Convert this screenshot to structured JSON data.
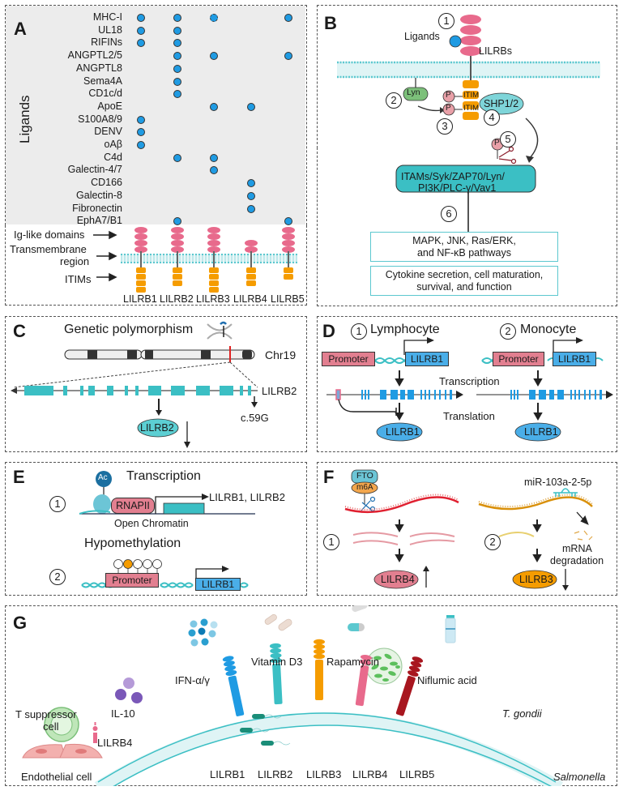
{
  "colors": {
    "ligand_dot": "#1f9be3",
    "ig_domain": "#e86a8c",
    "itim": "#f59c00",
    "membrane": "#5cc8cf",
    "teal_box": "#3bbfc4",
    "panel_bg_gray": "#ececec"
  },
  "panelA": {
    "label": "A",
    "axis_label": "Ligands",
    "receptors": [
      "LILRB1",
      "LILRB2",
      "LILRB3",
      "LILRB4",
      "LILRB5"
    ],
    "ligands": [
      {
        "name": "MHC-I",
        "binds": [
          1,
          1,
          2,
          0,
          1
        ]
      },
      {
        "name": "UL18",
        "binds": [
          1,
          1,
          0,
          0,
          0
        ]
      },
      {
        "name": "RIFINs",
        "binds": [
          1,
          1,
          0,
          0,
          0
        ]
      },
      {
        "name": "ANGPTL2/5",
        "binds": [
          0,
          1,
          1,
          0,
          1
        ]
      },
      {
        "name": "ANGPTL8",
        "binds": [
          0,
          1,
          0,
          0,
          0
        ]
      },
      {
        "name": "Sema4A",
        "binds": [
          0,
          1,
          0,
          0,
          0
        ]
      },
      {
        "name": "CD1c/d",
        "binds": [
          0,
          1,
          0,
          0,
          0
        ]
      },
      {
        "name": "ApoE",
        "binds": [
          0,
          0,
          1,
          1,
          0
        ]
      },
      {
        "name": "S100A8/9",
        "binds": [
          1,
          0,
          0,
          0,
          0
        ]
      },
      {
        "name": "DENV",
        "binds": [
          1,
          0,
          0,
          0,
          0
        ]
      },
      {
        "name": "oAβ",
        "binds": [
          1,
          0,
          0,
          0,
          0
        ]
      },
      {
        "name": "C4d",
        "binds": [
          0,
          1,
          1,
          0,
          0
        ]
      },
      {
        "name": "Galectin-4/7",
        "binds": [
          0,
          0,
          1,
          0,
          0
        ]
      },
      {
        "name": "CD166",
        "binds": [
          0,
          0,
          0,
          1,
          0
        ]
      },
      {
        "name": "Galectin-8",
        "binds": [
          0,
          0,
          0,
          1,
          0
        ]
      },
      {
        "name": "Fibronectin",
        "binds": [
          0,
          0,
          0,
          1,
          0
        ]
      },
      {
        "name": "EphA7/B1",
        "binds": [
          0,
          1,
          0,
          0,
          1
        ]
      }
    ],
    "ig_domains_count": [
      4,
      4,
      4,
      2,
      4
    ],
    "itim_count": [
      4,
      3,
      4,
      3,
      2
    ],
    "structure_labels": {
      "ig": "Ig-like domains",
      "tm": "Transmembrane region",
      "tm_line1": "Transmembrane",
      "tm_line2": "region",
      "itim": "ITIMs"
    }
  },
  "panelB": {
    "label": "B",
    "ligands": "Ligands",
    "lilrbs": "LILRBs",
    "lyn": "Lyn",
    "p": "P",
    "itim": "ITIM",
    "shp": "SHP1/2",
    "targets_line1": "ITAMs/Syk/ZAP70/Lyn/",
    "targets_line2": "PI3K/PLC-γ/Vav1",
    "pathways_line1": "MAPK, JNK, Ras/ERK,",
    "pathways_line2": "and NF-κB pathways",
    "outcome_line1": "Cytokine secretion, cell maturation,",
    "outcome_line2": "survival, and function",
    "steps": [
      "1",
      "2",
      "3",
      "4",
      "5",
      "6"
    ]
  },
  "panelC": {
    "label": "C",
    "title": "Genetic polymorphism",
    "chromosome": "Chr19",
    "gene": "LILRB2",
    "variant": "c.59G",
    "protein": "LILRB2"
  },
  "panelD": {
    "label": "D",
    "case1_num": "1",
    "case1": "Lymphocyte",
    "case2_num": "2",
    "case2": "Monocyte",
    "promoter": "Promoter",
    "gene": "LILRB1",
    "transcription": "Transcription",
    "translation": "Translation",
    "protein": "LILRB1"
  },
  "panelE": {
    "label": "E",
    "ac": "Ac",
    "transcription": "Transcription",
    "num1": "1",
    "rnapii": "RNAPII",
    "genes": "LILRB1, LILRB2",
    "open_chromatin": "Open Chromatin",
    "hypomethylation": "Hypomethylation",
    "num2": "2",
    "promoter": "Promoter",
    "gene": "LILRB1"
  },
  "panelF": {
    "label": "F",
    "fto": "FTO",
    "m6a": "m6A",
    "mirna": "miR-103a-2-5p",
    "num1": "1",
    "num2": "2",
    "degradation_line1": "mRNA",
    "degradation_line2": "degradation",
    "protein1": "LILRB4",
    "protein2": "LILRB3"
  },
  "panelG": {
    "label": "G",
    "il10": "IL-10",
    "ifn": "IFN-α/γ",
    "vitd3": "Vitamin D3",
    "rapamycin": "Rapamycin",
    "niflumic": "Niflumic acid",
    "tgondii": "T. gondii",
    "salmonella": "Salmonella",
    "t_supp_line1": "T suppressor",
    "t_supp_line2": "cell",
    "lilrb4": "LILRB4",
    "endothelial": "Endothelial cell",
    "receptors": [
      "LILRB1",
      "LILRB2",
      "LILRB3",
      "LILRB4",
      "LILRB5"
    ],
    "receptor_colors": [
      "#1f9be3",
      "#3bbfc4",
      "#f59c00",
      "#e86a8c",
      "#a8161f"
    ]
  }
}
